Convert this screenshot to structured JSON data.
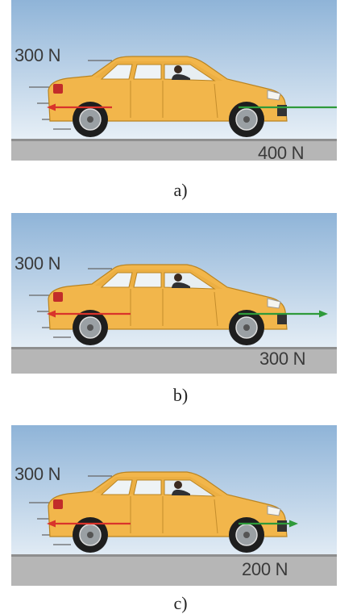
{
  "panels": [
    {
      "force_left": "300 N",
      "force_right": "400 N",
      "caption": "a)"
    },
    {
      "force_left": "300 N",
      "force_right": "300 N",
      "caption": "b)"
    },
    {
      "force_left": "300 N",
      "force_right": "200 N",
      "caption": "c)"
    }
  ],
  "colors": {
    "car_body": "#f2b64b",
    "left_force_arrow": "#d9332b",
    "right_force_arrow": "#2e9a3a",
    "sky_top": "#8fb4d8",
    "road": "#b6b6b6"
  },
  "right_arrow_lengths_relative": [
    4,
    3,
    2
  ]
}
